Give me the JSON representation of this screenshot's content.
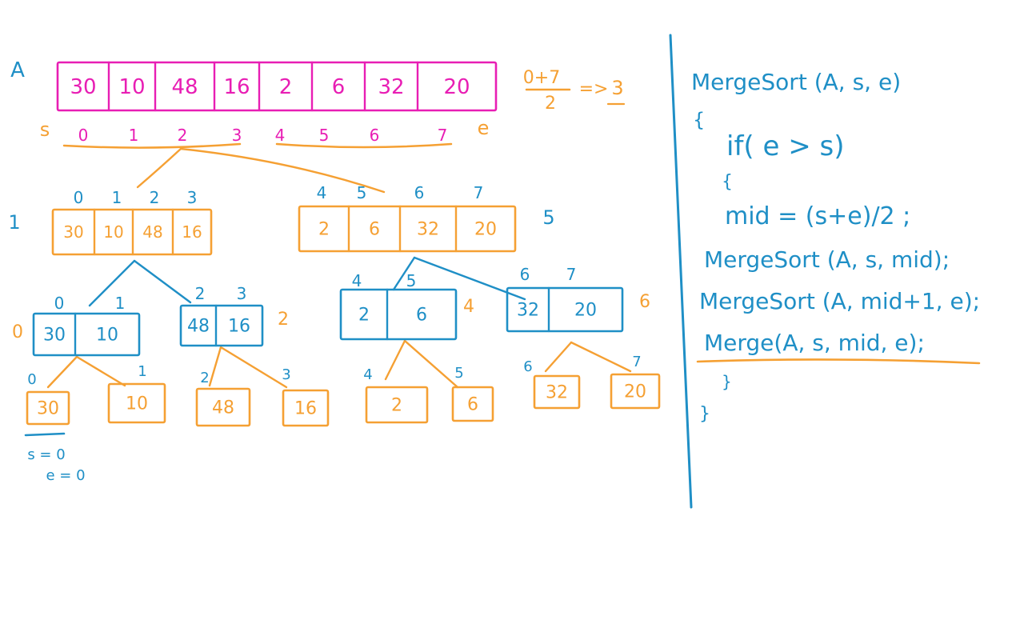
{
  "colors": {
    "pink": "#e81eb4",
    "orange": "#f5a033",
    "blue": "#1f8fc6",
    "background": "#ffffff"
  },
  "labels": {
    "array_name": "A",
    "start": "s",
    "end": "e",
    "mid_num": "0+7",
    "mid_den": "2",
    "mid_arrow": "=>",
    "mid_result": "3",
    "level_1": "1",
    "level_5": "5",
    "level_0": "0",
    "level_2": "2",
    "level_4": "4",
    "level_6": "6",
    "base_s": "s = 0",
    "base_e": "e = 0"
  },
  "diagram": {
    "root": {
      "values": [
        "30",
        "10",
        "48",
        "16",
        "2",
        "6",
        "32",
        "20"
      ],
      "indices": [
        "0",
        "1",
        "2",
        "3",
        "4",
        "5",
        "6",
        "7"
      ]
    },
    "level1": [
      {
        "values": [
          "30",
          "10",
          "48",
          "16"
        ],
        "indices": [
          "0",
          "1",
          "2",
          "3"
        ]
      },
      {
        "values": [
          "2",
          "6",
          "32",
          "20"
        ],
        "indices": [
          "4",
          "5",
          "6",
          "7"
        ]
      }
    ],
    "level2": [
      {
        "values": [
          "30",
          "10"
        ],
        "indices": [
          "0",
          "1"
        ]
      },
      {
        "values": [
          "48",
          "16"
        ],
        "indices": [
          "2",
          "3"
        ]
      },
      {
        "values": [
          "2",
          "6"
        ],
        "indices": [
          "4",
          "5"
        ]
      },
      {
        "values": [
          "32",
          "20"
        ],
        "indices": [
          "6",
          "7"
        ]
      }
    ],
    "leaves": [
      {
        "value": "30",
        "index": "0"
      },
      {
        "value": "10",
        "index": "1"
      },
      {
        "value": "48",
        "index": "2"
      },
      {
        "value": "16",
        "index": "3"
      },
      {
        "value": "2",
        "index": "4"
      },
      {
        "value": "6",
        "index": "5"
      },
      {
        "value": "32",
        "index": "6"
      },
      {
        "value": "20",
        "index": "7"
      }
    ]
  },
  "code": {
    "lines": [
      "MergeSort (A, s, e)",
      "{",
      "if( e > s)",
      "{",
      "mid = (s+e)/2 ;",
      "MergeSort (A, s, mid);",
      "MergeSort (A, mid+1, e);",
      "Merge(A, s, mid, e);",
      "}",
      "}"
    ]
  }
}
